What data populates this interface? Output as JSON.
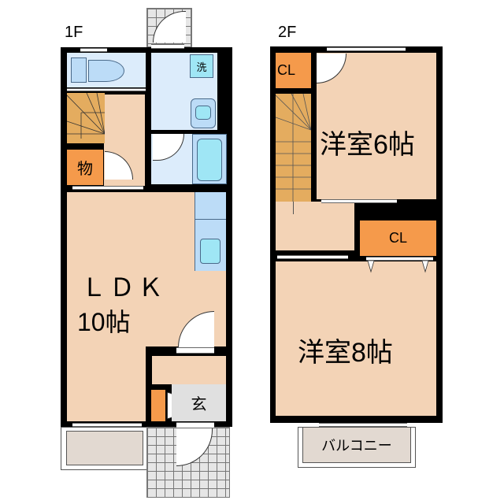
{
  "floors": [
    {
      "label": "1F",
      "rooms": {
        "ldk": {
          "name": "ＬＤＫ",
          "size": "10帖"
        },
        "storage": {
          "name": "物"
        },
        "entrance": {
          "name": "玄"
        },
        "washer": {
          "name": "洗"
        }
      }
    },
    {
      "label": "2F",
      "rooms": {
        "western_room_6": {
          "name": "洋室6帖"
        },
        "western_room_8": {
          "name": "洋室8帖"
        },
        "closet_top": {
          "name": "CL"
        },
        "closet_mid": {
          "name": "CL"
        },
        "balcony": {
          "name": "バルコニー"
        }
      }
    }
  ],
  "colors": {
    "room": "#f3d3b6",
    "wet_area": "#dcecfb",
    "closet": "#f59a4b",
    "stairs": "#e4ac5f",
    "wall": "#000000",
    "balcony": "#e2d9d1"
  }
}
